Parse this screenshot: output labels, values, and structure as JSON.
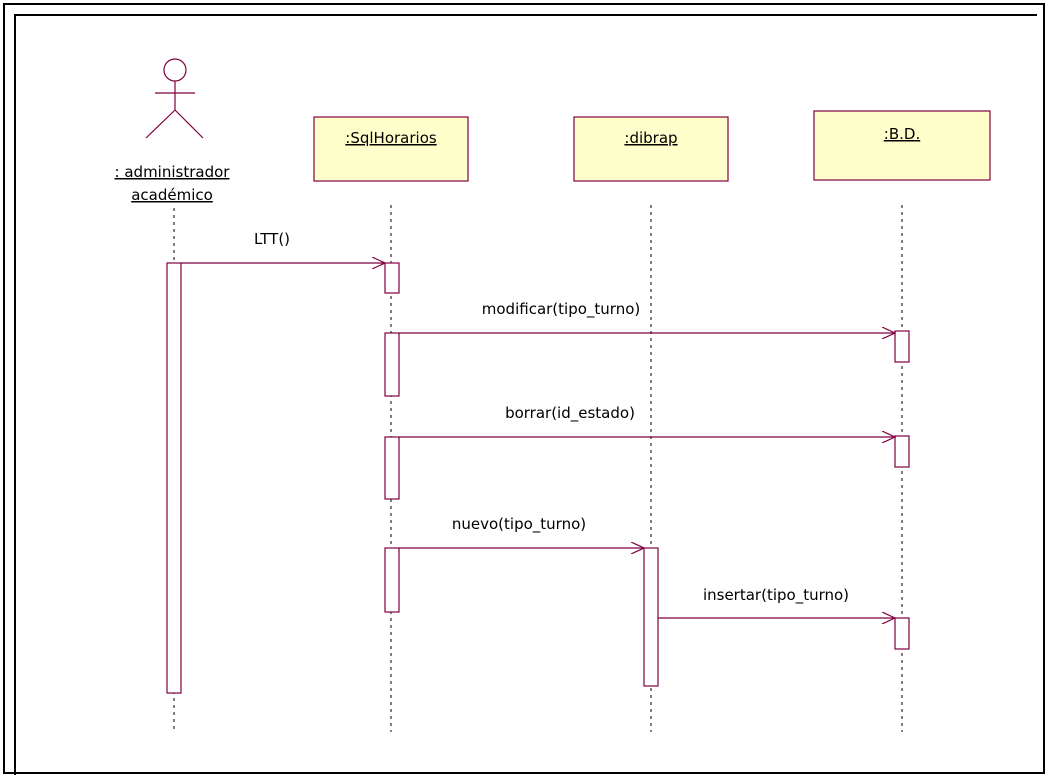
{
  "diagram": {
    "colors": {
      "line": "#800040",
      "object_fill": "#ffffcc",
      "border": "#000000"
    },
    "actor": {
      "line1": ": administrador",
      "line2": "académico"
    },
    "objects": [
      {
        "label": ":SqlHorarios"
      },
      {
        "label": ":dibrap"
      },
      {
        "label": ":B.D."
      }
    ],
    "messages": [
      {
        "label": "LTT()"
      },
      {
        "label": "modificar(tipo_turno)"
      },
      {
        "label": "borrar(id_estado)"
      },
      {
        "label": "nuevo(tipo_turno)"
      },
      {
        "label": "insertar(tipo_turno)"
      }
    ]
  }
}
